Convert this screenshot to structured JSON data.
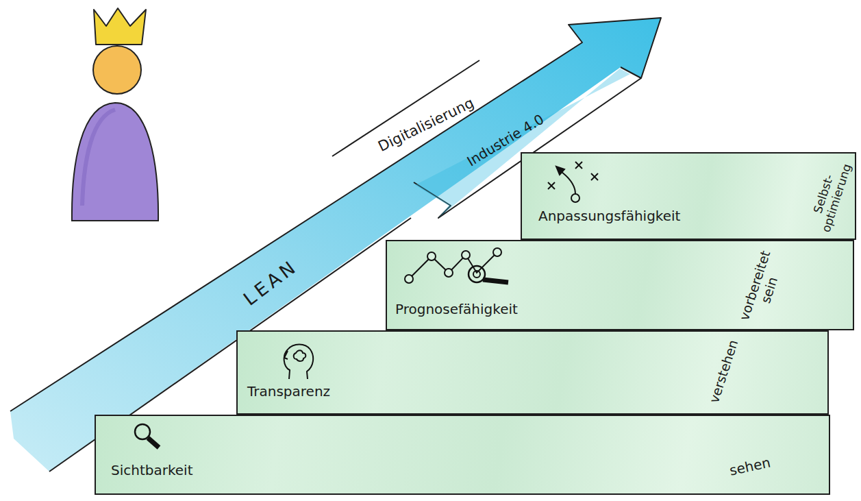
{
  "diagram": {
    "nodes": [
      {
        "text": [
          "Digitalisierung",
          "Industrie 4.0",
          "LEAN"
        ]
      },
      {
        "text": [
          "Anpassungsfähigkeit",
          "Selbst- optimierung"
        ]
      },
      {
        "text": [
          "Prognosefähigkeit",
          "vorbereitet sein"
        ]
      },
      {
        "text": [
          "Transparenz",
          "verstehen"
        ]
      },
      {
        "text": [
          "Sichtbarkeit",
          "sehen"
        ]
      }
    ]
  }
}
